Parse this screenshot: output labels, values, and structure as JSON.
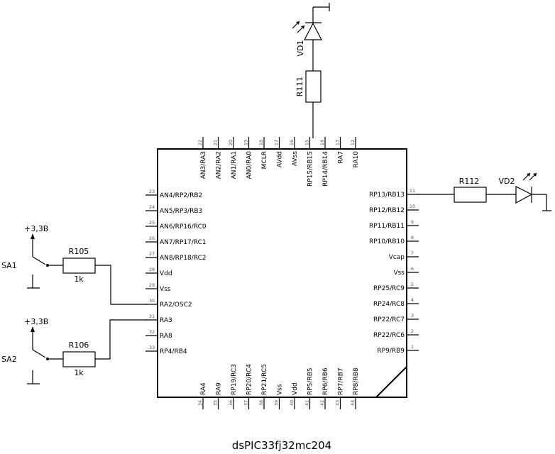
{
  "chip": {
    "name": "dsPIC33fj32mc204",
    "pins_left": [
      {
        "num": "23",
        "label": "AN4/RP2/RB2"
      },
      {
        "num": "24",
        "label": "AN5/RP3/RB3"
      },
      {
        "num": "25",
        "label": "AN6/RP16/RC0"
      },
      {
        "num": "26",
        "label": "AN7/RP17/RC1"
      },
      {
        "num": "27",
        "label": "AN8/RP18/RC2"
      },
      {
        "num": "28",
        "label": "Vdd"
      },
      {
        "num": "29",
        "label": "Vss"
      },
      {
        "num": "30",
        "label": "RA2/OSC2"
      },
      {
        "num": "31",
        "label": "RA3"
      },
      {
        "num": "32",
        "label": "RA8"
      },
      {
        "num": "33",
        "label": "RP4/RB4"
      }
    ],
    "pins_right": [
      {
        "num": "11",
        "label": "RP13/RB13"
      },
      {
        "num": "10",
        "label": "RP12/RB12"
      },
      {
        "num": "9",
        "label": "RP11/RB11"
      },
      {
        "num": "8",
        "label": "RP10/RB10"
      },
      {
        "num": "7",
        "label": "Vcap"
      },
      {
        "num": "6",
        "label": "Vss"
      },
      {
        "num": "5",
        "label": "RP25/RC9"
      },
      {
        "num": "4",
        "label": "RP24/RC8"
      },
      {
        "num": "3",
        "label": "RP22/RC7"
      },
      {
        "num": "2",
        "label": "RP22/RC6"
      },
      {
        "num": "1",
        "label": "RP9/RB9"
      }
    ],
    "pins_top": [
      {
        "num": "22",
        "label": "AN3/RA3"
      },
      {
        "num": "21",
        "label": "AN2/RA2"
      },
      {
        "num": "20",
        "label": "AN1/RA1"
      },
      {
        "num": "19",
        "label": "AN0/RA0"
      },
      {
        "num": "18",
        "label": "MCLR"
      },
      {
        "num": "17",
        "label": "AVdd"
      },
      {
        "num": "16",
        "label": "AVss"
      },
      {
        "num": "15",
        "label": "RP15/RB15"
      },
      {
        "num": "14",
        "label": "RP14/RB14"
      },
      {
        "num": "13",
        "label": "RA7"
      },
      {
        "num": "12",
        "label": "RA10"
      }
    ],
    "pins_bottom": [
      {
        "num": "34",
        "label": "RA4"
      },
      {
        "num": "35",
        "label": "RA9"
      },
      {
        "num": "36",
        "label": "RP19/RC3"
      },
      {
        "num": "37",
        "label": "RP20/RC4"
      },
      {
        "num": "38",
        "label": "RP21/RC5"
      },
      {
        "num": "39",
        "label": "Vss"
      },
      {
        "num": "40",
        "label": "Vdd"
      },
      {
        "num": "41",
        "label": "RP5/RB5"
      },
      {
        "num": "42",
        "label": "RP6/RB6"
      },
      {
        "num": "43",
        "label": "RP7/RB7"
      },
      {
        "num": "44",
        "label": "RP8/RB8"
      }
    ]
  },
  "components": {
    "vd1": "VD1",
    "r111": "R111",
    "r112": "R112",
    "vd2": "VD2",
    "r105": "R105",
    "r105_value": "1k",
    "r106": "R106",
    "r106_value": "1k",
    "sa1": "SA1",
    "sa2": "SA2",
    "vcc1": "+3,3B",
    "vcc2": "+3,3B"
  }
}
